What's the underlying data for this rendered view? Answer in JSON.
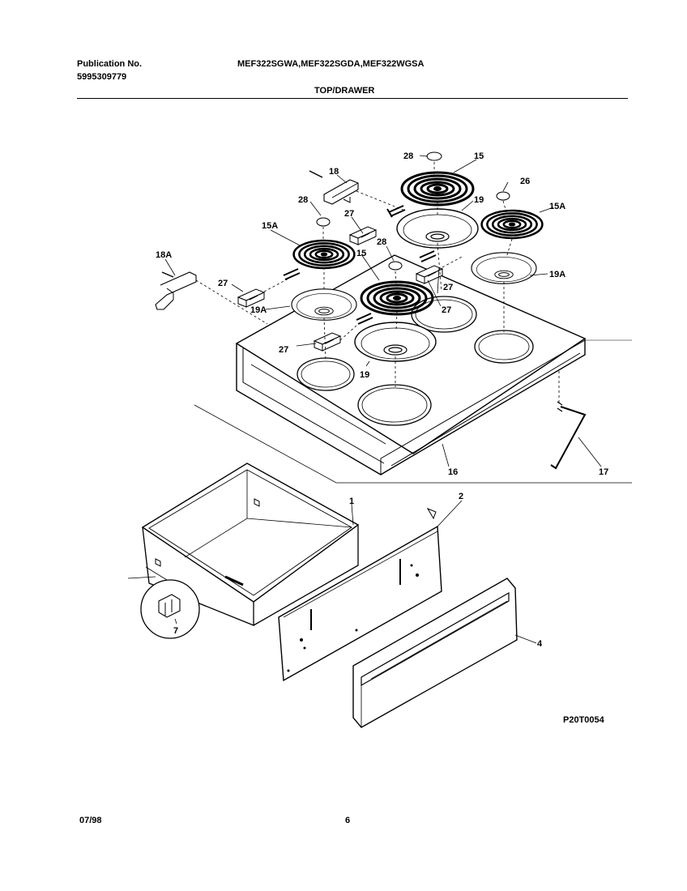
{
  "header": {
    "publication_label": "Publication No.",
    "publication_number": "5995309779",
    "models": "MEF322SGWA,MEF322SGDA,MEF322WGSA",
    "section_title": "TOP/DRAWER"
  },
  "diagram": {
    "callouts": [
      "28",
      "15",
      "18",
      "26",
      "19",
      "28",
      "27",
      "15A",
      "15A",
      "18A",
      "28",
      "15",
      "27",
      "19A",
      "27",
      "19A",
      "27",
      "19",
      "16",
      "17",
      "1",
      "2",
      "7",
      "4"
    ],
    "figure_code": "P20T0054"
  },
  "footer": {
    "date": "07/98",
    "page": "6"
  }
}
